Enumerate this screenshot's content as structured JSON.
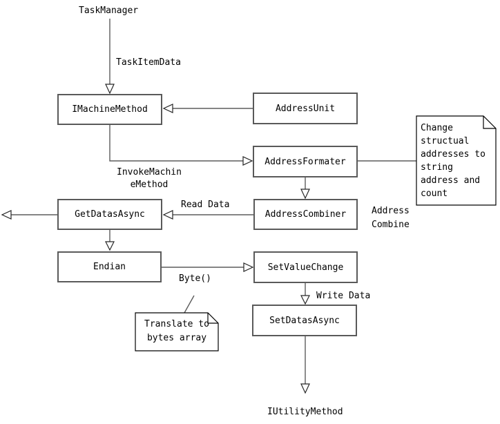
{
  "diagram": {
    "title_node": "TaskManager",
    "nodes": {
      "imachine_method": "IMachineMethod",
      "address_unit": "AddressUnit",
      "address_formater": "AddressFormater",
      "address_combiner": "AddressCombiner",
      "get_datas_async": "GetDatasAsync",
      "endian": "Endian",
      "set_value_change": "SetValueChange",
      "set_datas_async": "SetDatasAsync",
      "iutility_method": "IUtilityMethod"
    },
    "edge_labels": {
      "task_item_data": "TaskItemData",
      "invoke_machine_method": "InvokeMachin\neMethod",
      "read_data": "Read Data",
      "address_combine": "Address\nCombine",
      "byte": "Byte()",
      "write_data": "Write Data"
    },
    "notes": {
      "change_structual": "Change\nstructual\naddresses to\nstring\naddress and\ncount",
      "translate_bytes": "Translate to\nbytes array"
    },
    "colors": {
      "background": "#ffffff",
      "connector": "#5b5b5b",
      "arrowhead_outline": "#262626",
      "box_border": "#595959",
      "note_border": "#000000",
      "text": "#000000"
    }
  }
}
